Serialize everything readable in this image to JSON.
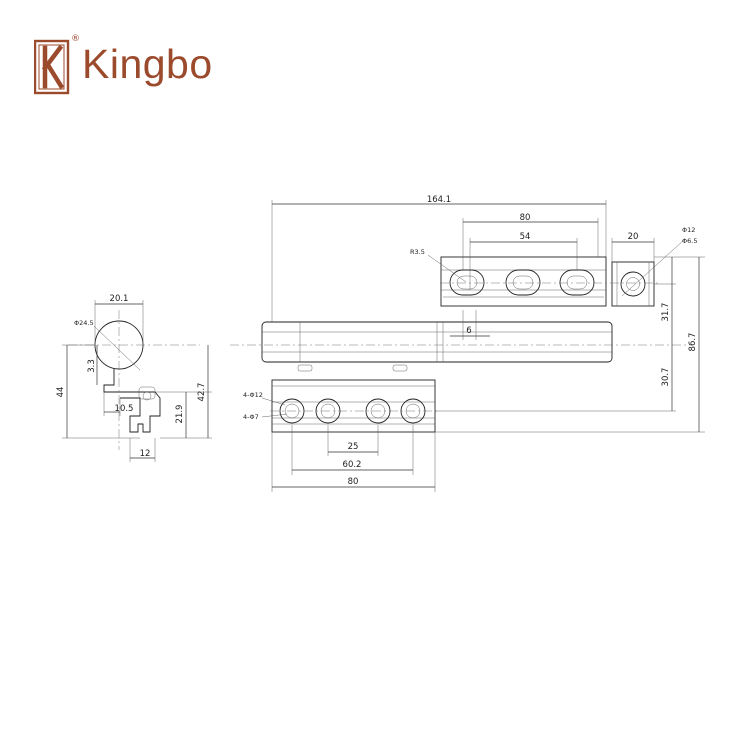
{
  "brand": {
    "name": "Kingbo",
    "registered_mark": "®",
    "color": "#9b4a2c"
  },
  "dimensions": {
    "overall_width": "164.1",
    "top_hole_span": "80",
    "top_slot_span": "54",
    "slot_radius": "R3.5",
    "slot_offset": "6",
    "end_block_width": "20",
    "end_hole_outer": "Φ12",
    "end_hole_inner": "Φ6.5",
    "upper_height": "31.7",
    "lower_height": "30.7",
    "total_height": "86.7",
    "bottom_hole_pitch": "25",
    "bottom_hole_span": "60.2",
    "bottom_leaf_width": "80",
    "bottom_counterbore": "4-Φ12",
    "bottom_hole": "4-Φ7",
    "side_barrel_width": "20.1",
    "side_barrel_diameter": "Φ24.5",
    "side_offset": "3.3",
    "side_height": "44",
    "side_width": "10.5",
    "side_leaf_height": "21.9",
    "side_total_height": "42.7",
    "side_base_width": "12"
  }
}
